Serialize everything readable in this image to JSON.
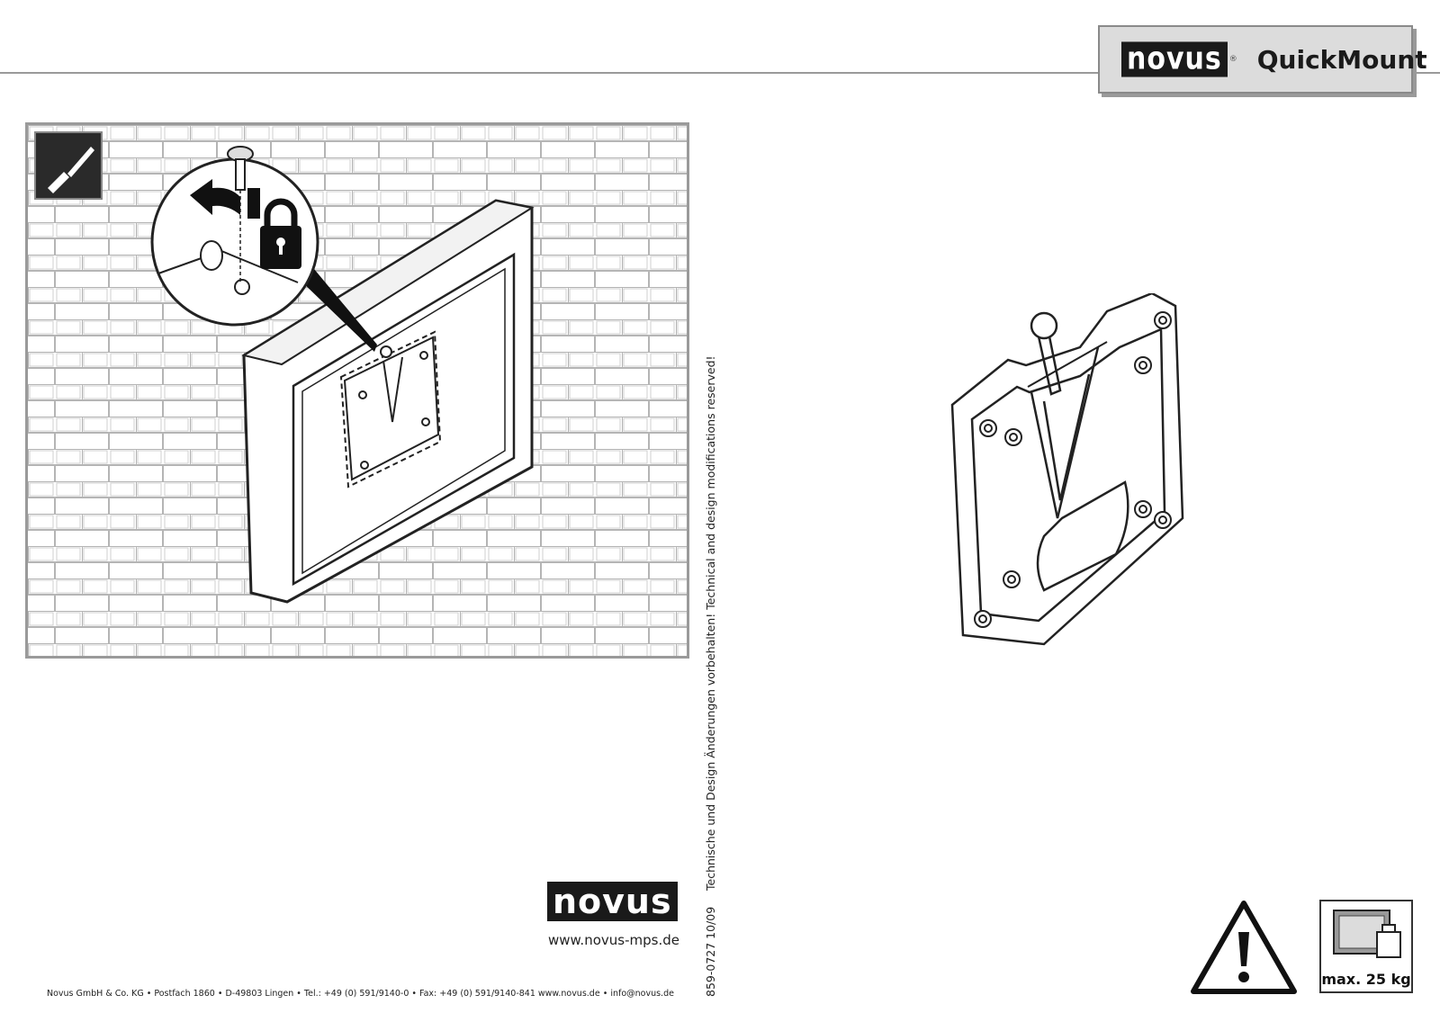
{
  "header": {
    "brand": "novus",
    "product": "QuickMount"
  },
  "legal": {
    "notice": "Technische und Design Änderungen vorbehalten! Technical and design modifications reserved!",
    "doc_code": "859-0727 10/09"
  },
  "footer": {
    "brand": "novus",
    "url": "www.novus-mps.de",
    "address": "Novus GmbH & Co. KG • Postfach 1860 • D-49803 Lingen • Tel.: +49 (0) 591/9140-0 • Fax: +49 (0) 591/9140-841 www.novus.de • info@novus.de"
  },
  "warnings": {
    "max_load": "max. 25 kg"
  },
  "icons": [
    "screwdriver-icon",
    "lock-icon",
    "rotate-arrow-icon",
    "warning-icon",
    "weight-icon"
  ]
}
